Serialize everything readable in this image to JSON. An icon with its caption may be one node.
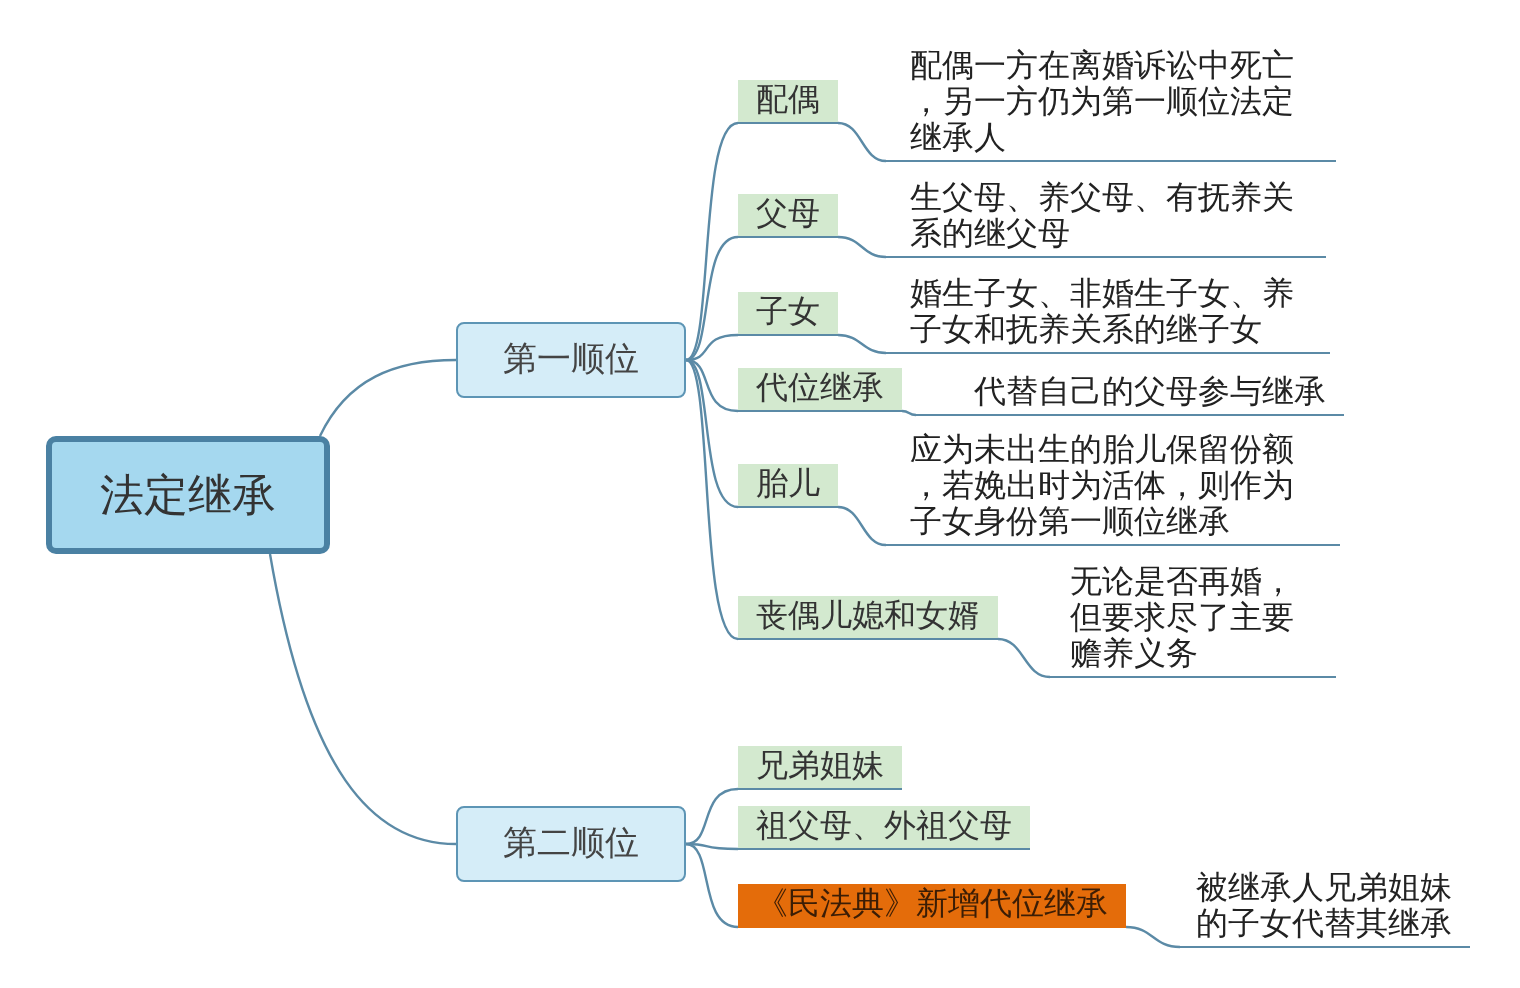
{
  "diagram": {
    "nodes": [
      {
        "text": [
          "法定继承"
        ]
      },
      {
        "text": [
          "第一顺位"
        ]
      },
      {
        "text": [
          "配偶"
        ]
      },
      {
        "text": [
          "配偶一方在离婚诉讼中死亡，另一方仍为第一顺位法定继承人"
        ]
      },
      {
        "text": [
          "父母"
        ]
      },
      {
        "text": [
          "生父母、养父母、有抚养关系的继父母"
        ]
      },
      {
        "text": [
          "子女"
        ]
      },
      {
        "text": [
          "婚生子女、非婚生子女、养子女和抚养关系的继子女"
        ]
      },
      {
        "text": [
          "代位继承"
        ]
      },
      {
        "text": [
          "代替自己的父母参与继承"
        ]
      },
      {
        "text": [
          "胎儿"
        ]
      },
      {
        "text": [
          "应为未出生的胎儿保留份额，若娩出时为活体，则作为子女身份第一顺位继承"
        ]
      },
      {
        "text": [
          "丧偶儿媳和女婿"
        ]
      },
      {
        "text": [
          "无论是否再婚，但要求尽了主要赡养义务"
        ]
      },
      {
        "text": [
          "第二顺位"
        ]
      },
      {
        "text": [
          "兄弟姐妹"
        ]
      },
      {
        "text": [
          "祖父母、外祖父母"
        ]
      },
      {
        "text": [
          "《民法典》新增代位继承"
        ]
      },
      {
        "text": [
          "被继承人兄弟姐妹的子女代替其继承"
        ]
      }
    ],
    "edges": [
      {
        "from": 0,
        "to": 1,
        "arrow": "none"
      },
      {
        "from": 1,
        "to": 2,
        "arrow": "none"
      },
      {
        "from": 2,
        "to": 3,
        "arrow": "none"
      },
      {
        "from": 1,
        "to": 4,
        "arrow": "none"
      },
      {
        "from": 4,
        "to": 5,
        "arrow": "none"
      },
      {
        "from": 1,
        "to": 6,
        "arrow": "none"
      },
      {
        "from": 6,
        "to": 7,
        "arrow": "none"
      },
      {
        "from": 1,
        "to": 8,
        "arrow": "none"
      },
      {
        "from": 8,
        "to": 9,
        "arrow": "none"
      },
      {
        "from": 1,
        "to": 10,
        "arrow": "none"
      },
      {
        "from": 10,
        "to": 11,
        "arrow": "none"
      },
      {
        "from": 1,
        "to": 12,
        "arrow": "none"
      },
      {
        "from": 12,
        "to": 13,
        "arrow": "none"
      },
      {
        "from": 0,
        "to": 14,
        "arrow": "none"
      },
      {
        "from": 14,
        "to": 15,
        "arrow": "none"
      },
      {
        "from": 14,
        "to": 16,
        "arrow": "none"
      },
      {
        "from": 14,
        "to": 17,
        "arrow": "none"
      },
      {
        "from": 17,
        "to": 18,
        "arrow": "none"
      }
    ]
  }
}
